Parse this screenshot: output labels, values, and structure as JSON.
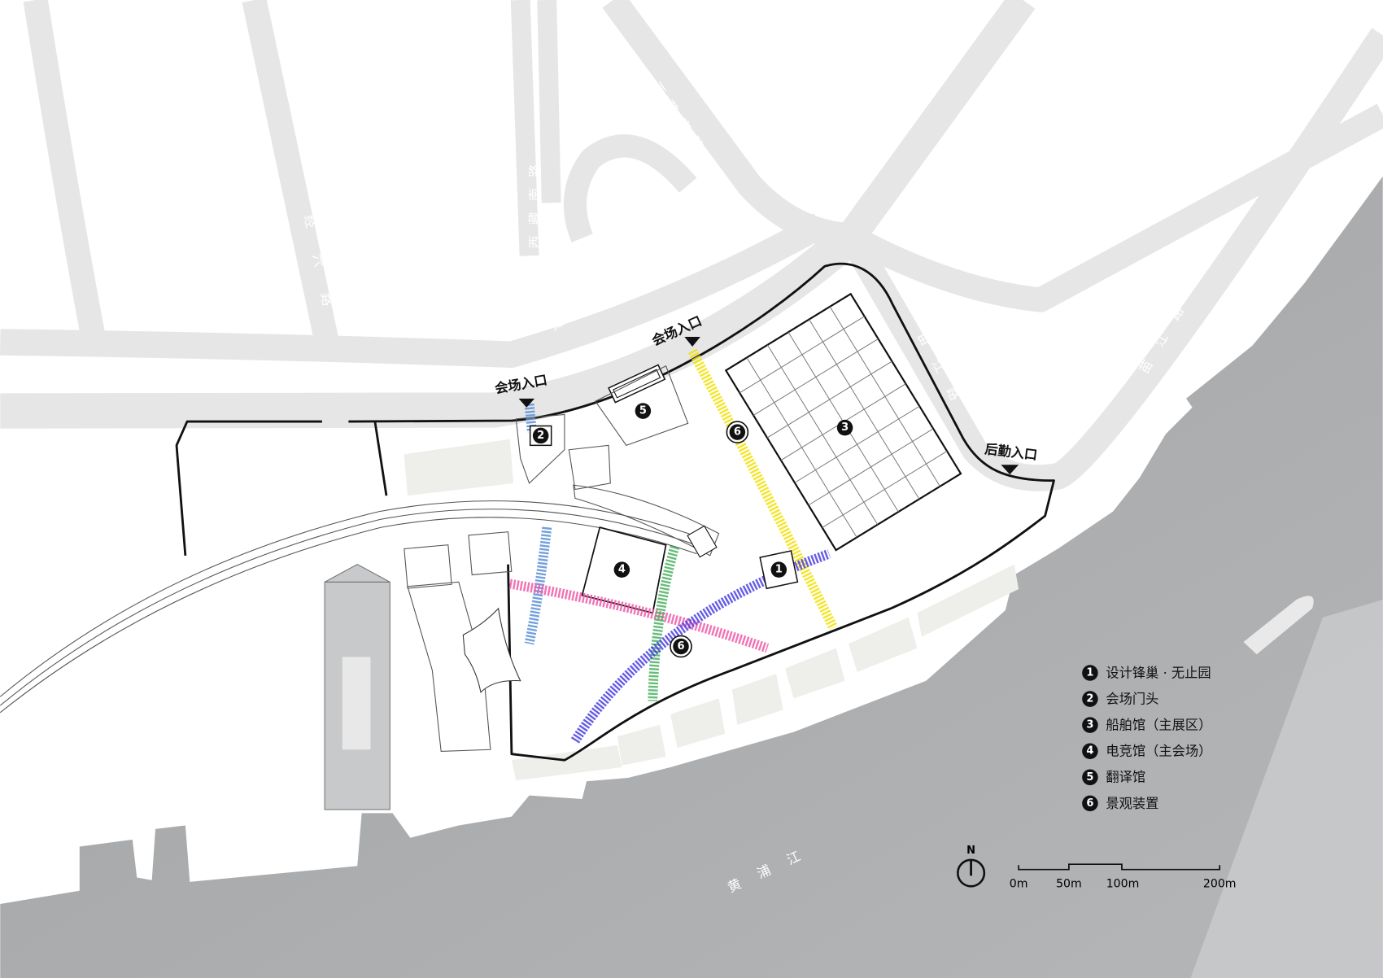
{
  "map": {
    "river_label": "黄浦江",
    "road_labels": [
      "经六路",
      "西藏南路",
      "西藏南路",
      "半淞园路",
      "龙华东路",
      "苗江路",
      "苗江路"
    ],
    "entrances": [
      "会场入口",
      "会场入口",
      "后勤入口"
    ],
    "markers": [
      "1",
      "2",
      "3",
      "4",
      "5",
      "6",
      "6"
    ],
    "colors": {
      "water": "#a7a9ab",
      "road": "#e6e6e6",
      "path_yellow": "#f2e000",
      "path_blue": "#5b8fd6",
      "path_pink": "#ee5aa8",
      "path_green": "#4bb060",
      "path_purple": "#4a3fe0"
    }
  },
  "legend": {
    "items": [
      {
        "num": "1",
        "label": "设计锋巢 · 无止园"
      },
      {
        "num": "2",
        "label": "会场门头"
      },
      {
        "num": "3",
        "label": "船舶馆（主展区）"
      },
      {
        "num": "4",
        "label": "电竞馆（主会场）"
      },
      {
        "num": "5",
        "label": "翻译馆"
      },
      {
        "num": "6",
        "label": "景观装置"
      }
    ]
  },
  "compass": {
    "label": "N",
    "icon": "north-arrow-icon"
  },
  "scale_bar": {
    "ticks": [
      "0m",
      "50m",
      "100m",
      "200m"
    ]
  }
}
